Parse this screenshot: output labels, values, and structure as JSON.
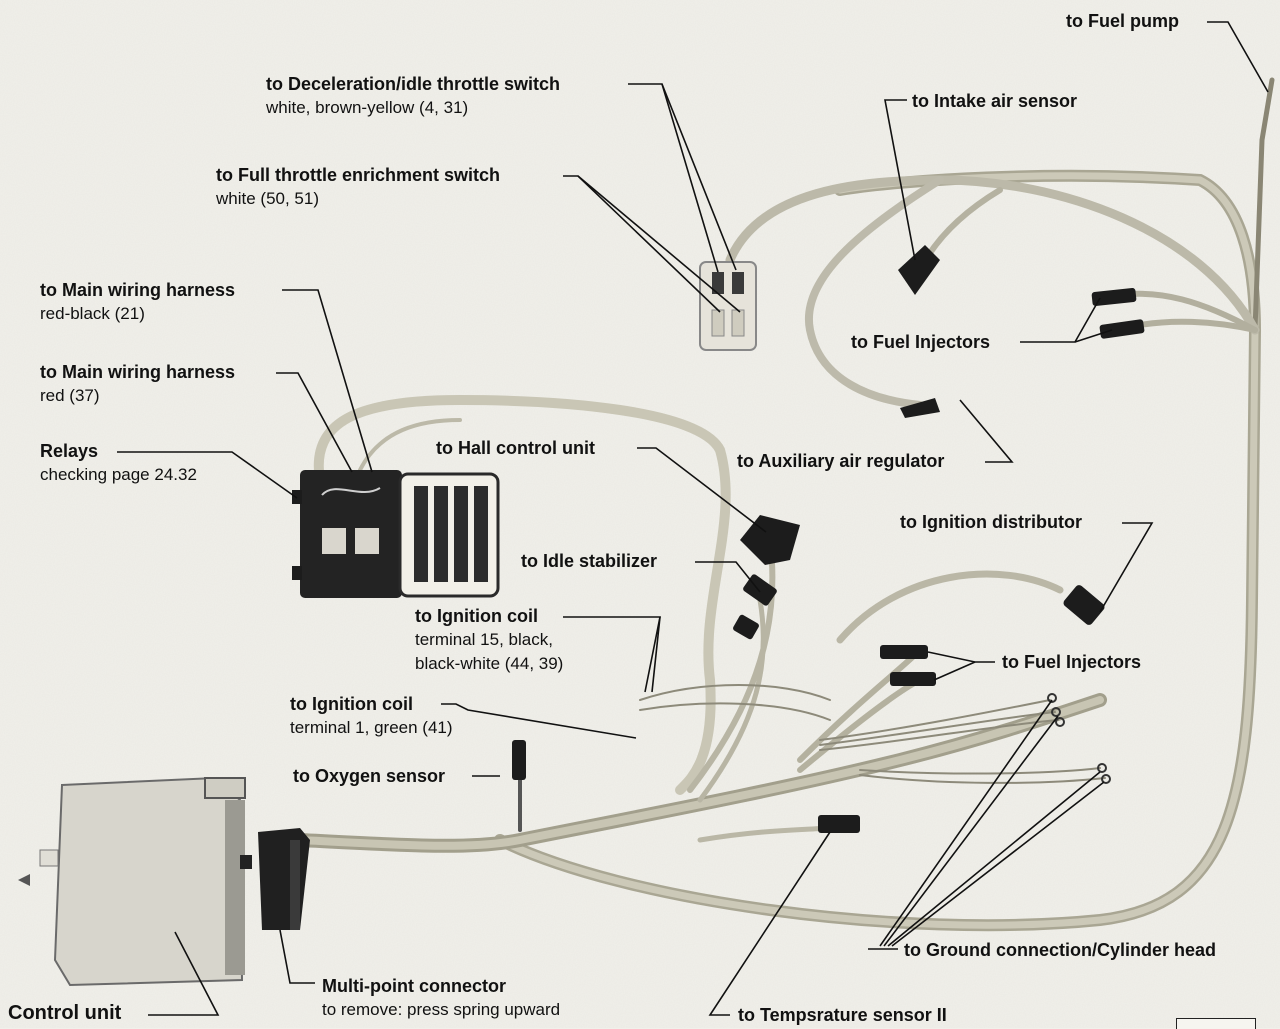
{
  "labels": {
    "fuel_pump": "to Fuel pump",
    "decel_switch": "to Deceleration/idle throttle switch",
    "decel_switch_wires": "white, brown-yellow (4, 31)",
    "intake_air_sensor": "to Intake air sensor",
    "full_throttle_switch": "to Full throttle enrichment switch",
    "full_throttle_wires": "white (50, 51)",
    "main_harness_1": "to Main wiring harness",
    "main_harness_1_wires": "red-black (21)",
    "main_harness_2": "to Main wiring harness",
    "main_harness_2_wires": "red (37)",
    "fuel_injectors_top": "to Fuel Injectors",
    "relays": "Relays",
    "relays_note": "checking page 24.32",
    "hall_control_unit": "to Hall control unit",
    "auxiliary_air_regulator": "to Auxiliary air regulator",
    "ignition_distributor": "to Ignition distributor",
    "idle_stabilizer": "to Idle stabilizer",
    "ignition_coil_15": "to Ignition coil",
    "ignition_coil_15_wires_1": "terminal 15, black,",
    "ignition_coil_15_wires_2": "black-white (44, 39)",
    "fuel_injectors_bottom": "to Fuel Injectors",
    "ignition_coil_1": "to Ignition coil",
    "ignition_coil_1_wires": "terminal 1, green (41)",
    "oxygen_sensor": "to Oxygen sensor",
    "ground_connection": "to Ground connection/Cylinder head",
    "multipoint_connector": "Multi-point connector",
    "multipoint_note": "to remove: press spring upward",
    "control_unit": "Control unit",
    "temperature_sensor": "to Tempsrature sensor II"
  },
  "colors": {
    "background": "#f1f0ea",
    "harness": "#b9b6a6",
    "connector": "#1c1c1c",
    "leader": "#111111"
  }
}
